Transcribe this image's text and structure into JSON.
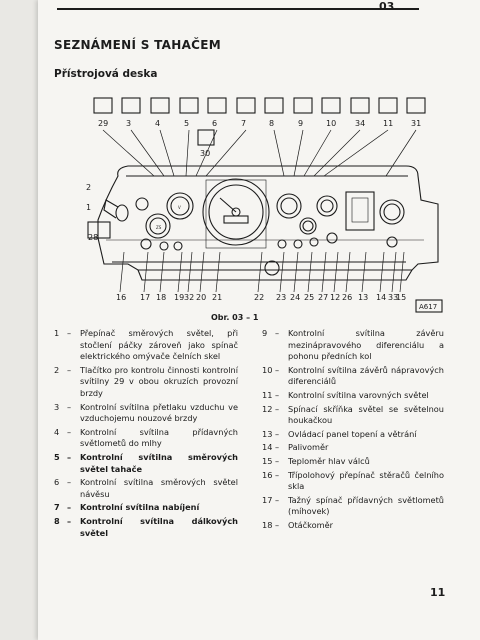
{
  "header": {
    "chapter": "03"
  },
  "heading": "SEZNÁMENÍ S TAHAČEM",
  "subheading": "Přístrojová deska",
  "figure": {
    "caption": "Obr. 03 – 1",
    "code": "A617",
    "top_labels": [
      "29",
      "3",
      "4",
      "5",
      "6",
      "7",
      "8",
      "9",
      "10",
      "34",
      "11",
      "31"
    ],
    "sub_label": "30",
    "left_labels": [
      "2",
      "1",
      "28"
    ],
    "bottom_labels": [
      "16",
      "17",
      "18",
      "19",
      "32",
      "20",
      "21",
      "22",
      "23",
      "24",
      "25",
      "27",
      "12",
      "26",
      "13",
      "14",
      "33",
      "15"
    ],
    "glyph_labels": [
      "ZS",
      "V"
    ]
  },
  "items_left": [
    {
      "num": "1",
      "text": "Přepínač směrových světel, při stočlení páčky zároveň jako spínač elektrického omývače čelních skel",
      "bold": false
    },
    {
      "num": "2",
      "text": "Tlačítko pro kontrolu činnosti kontrolní svítilny 29 v obou okruzích provozní brzdy",
      "bold": false
    },
    {
      "num": "3",
      "text": "Kontrolní svítilna přetlaku vzduchu ve vzduchojemu nouzové brzdy",
      "bold": false
    },
    {
      "num": "4",
      "text": "Kontrolní svítilna přídavných světlometů do mlhy",
      "bold": false
    },
    {
      "num": "5",
      "text": "Kontrolní svítilna směrových světel tahače",
      "bold": true
    },
    {
      "num": "6",
      "text": "Kontrolní svítilna směrových světel návěsu",
      "bold": false
    },
    {
      "num": "7",
      "text": "Kontrolní svítilna nabíjení",
      "bold": true
    },
    {
      "num": "8",
      "text": "Kontrolní svítilna dálkových světel",
      "bold": true
    }
  ],
  "items_right": [
    {
      "num": "9",
      "text": "Kontrolní svítilna závěru mezinápravového diferenciálu a pohonu předních kol",
      "bold": false
    },
    {
      "num": "10",
      "text": "Kontrolní svítilna závěrů nápravových diferenciálů",
      "bold": false
    },
    {
      "num": "11",
      "text": "Kontrolní svítilna varovných světel",
      "bold": false
    },
    {
      "num": "12",
      "text": "Spínací skříňka světel se světelnou houkačkou",
      "bold": false
    },
    {
      "num": "13",
      "text": "Ovládací panel topení a větrání",
      "bold": false
    },
    {
      "num": "14",
      "text": "Palivoměr",
      "bold": false
    },
    {
      "num": "15",
      "text": "Teploměr hlav válců",
      "bold": false
    },
    {
      "num": "16",
      "text": "Třípolohový přepínač stěračů čelního skla",
      "bold": false
    },
    {
      "num": "17",
      "text": "Tažný spínač přídavných světlometů (míhovek)",
      "bold": false
    },
    {
      "num": "18",
      "text": "Otáčkoměr",
      "bold": false
    }
  ],
  "page_number": "11"
}
